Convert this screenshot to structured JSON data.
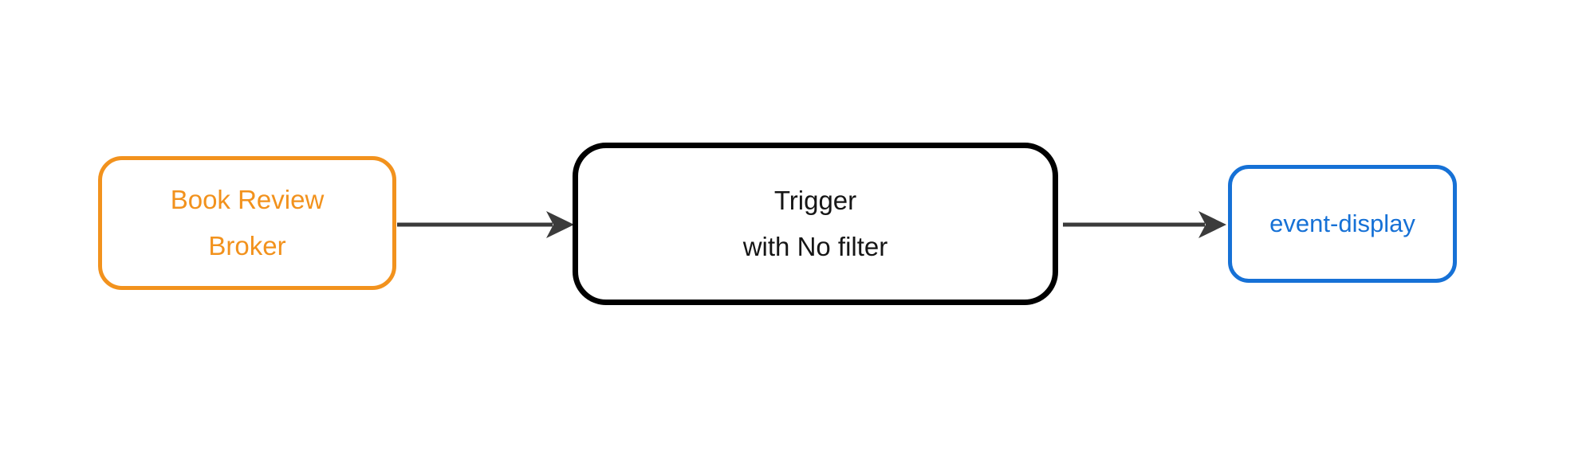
{
  "canvas": {
    "background": "#ffffff"
  },
  "diagram": {
    "type": "flowchart",
    "direction": "left-to-right",
    "nodes": [
      {
        "id": "book-review-broker",
        "label": "Book Review\nBroker",
        "border_color": "#F2921D",
        "text_color": "#F2921D",
        "fill": "#ffffff"
      },
      {
        "id": "trigger",
        "label": "Trigger\nwith No filter",
        "border_color": "#000000",
        "text_color": "#161616",
        "fill": "#ffffff"
      },
      {
        "id": "event-display",
        "label": "event-display",
        "border_color": "#1671D6",
        "text_color": "#1671D6",
        "fill": "#ffffff"
      }
    ],
    "edges": [
      {
        "from": "book-review-broker",
        "to": "trigger",
        "color": "#3B3B3B"
      },
      {
        "from": "trigger",
        "to": "event-display",
        "color": "#3B3B3B"
      }
    ]
  }
}
